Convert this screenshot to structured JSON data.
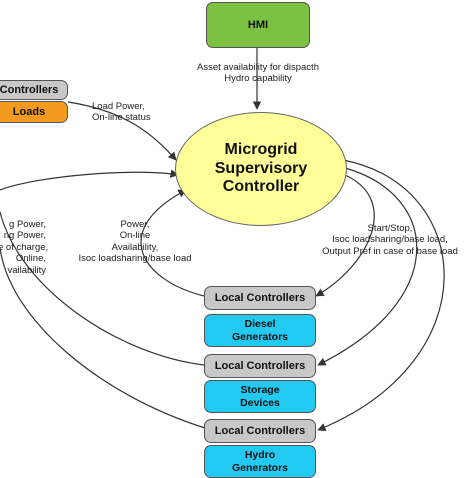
{
  "nodes": {
    "hmi": "HMI",
    "supervisory_controller": [
      "Microgrid",
      "Supervisory",
      "Controller"
    ],
    "loads_controller": "Controllers",
    "loads": "Loads",
    "diesel_controller": "Local Controllers",
    "diesel": [
      "Diesel",
      "Generators"
    ],
    "storage_controller": "Local Controllers",
    "storage": [
      "Storage",
      "Devices"
    ],
    "hydro_controller": "Local Controllers",
    "hydro": [
      "Hydro",
      "Generators"
    ]
  },
  "edges": {
    "hmi_to_controller": [
      "Asset availability for dispacth",
      "Hydro capability"
    ],
    "loads_to_controller": [
      "Load Power,",
      "On-line status"
    ],
    "storage_to_controller": [
      "g Power,",
      "ng Power,",
      "e of charge,",
      "Online,",
      "vailability"
    ],
    "diesel_to_controller": [
      "Power,",
      "On-line",
      "Availability,",
      "Isoc loadsharing/base load"
    ],
    "controller_to_generators": [
      "Start/Stop,",
      "Isoc loadsharing/base load,",
      "Output Pref in case of base load"
    ]
  },
  "colors": {
    "hmi": "#7cc242",
    "controller_ellipse": "#ffff99",
    "local_controller": "#c8c8c8",
    "loads": "#f39a1f",
    "generator": "#22c9f0"
  }
}
